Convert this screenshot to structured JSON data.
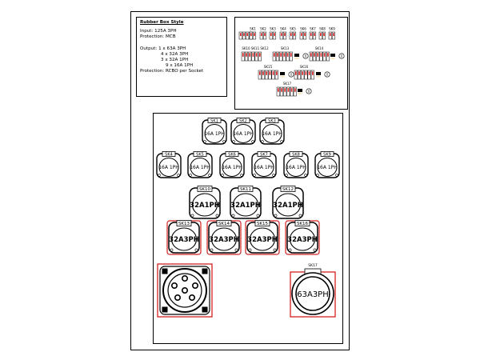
{
  "spec": {
    "title": "Rubber Box Style",
    "input": "Input: 125A 3PH",
    "protection_in": "Protection: MCB",
    "output_1": "Output: 1 x 63A 3PH",
    "output_2": "4 x 32A 3PH",
    "output_3": "3 x 32A 1PH",
    "output_4": "9 x 16A 1PH",
    "protection_out": "Protection: RCBO per Socket"
  },
  "mcb_labels": [
    "SK1",
    "SK2",
    "SK3",
    "SK4",
    "SK5",
    "SK6",
    "SK7",
    "SK8",
    "SK9"
  ],
  "rcbo_labels": {
    "sk10_12": "SK10 SK11 SK12",
    "sk13": "SK13",
    "sk14": "SK14",
    "sk15": "SK15",
    "sk16": "SK16",
    "sk17": "SK17"
  },
  "sockets_16a": [
    {
      "id": "SK1",
      "text": "16A 1PH"
    },
    {
      "id": "SK2",
      "text": "16A 1PH"
    },
    {
      "id": "SK3",
      "text": "16A 1PH"
    },
    {
      "id": "SK4",
      "text": "16A 1PH"
    },
    {
      "id": "SK5",
      "text": "16A 1PH"
    },
    {
      "id": "SK6",
      "text": "16A 1PH"
    },
    {
      "id": "SK7",
      "text": "16A 1PH"
    },
    {
      "id": "SK8",
      "text": "16A 1PH"
    },
    {
      "id": "SK9",
      "text": "16A 1PH"
    }
  ],
  "sockets_32a1": [
    {
      "id": "SK10",
      "text": "32A1PH"
    },
    {
      "id": "SK11",
      "text": "32A1PH"
    },
    {
      "id": "SK12",
      "text": "32A1PH"
    }
  ],
  "sockets_32a3": [
    {
      "id": "SK13",
      "text": "32A3PH"
    },
    {
      "id": "SK14",
      "text": "32A3PH"
    },
    {
      "id": "SK15",
      "text": "32A3PH"
    },
    {
      "id": "SK16",
      "text": "32A3PH"
    }
  ],
  "socket_63a": {
    "id": "SK17",
    "text": "63A3PH"
  },
  "colors": {
    "accent_red": "#d42020",
    "line": "#000000"
  }
}
